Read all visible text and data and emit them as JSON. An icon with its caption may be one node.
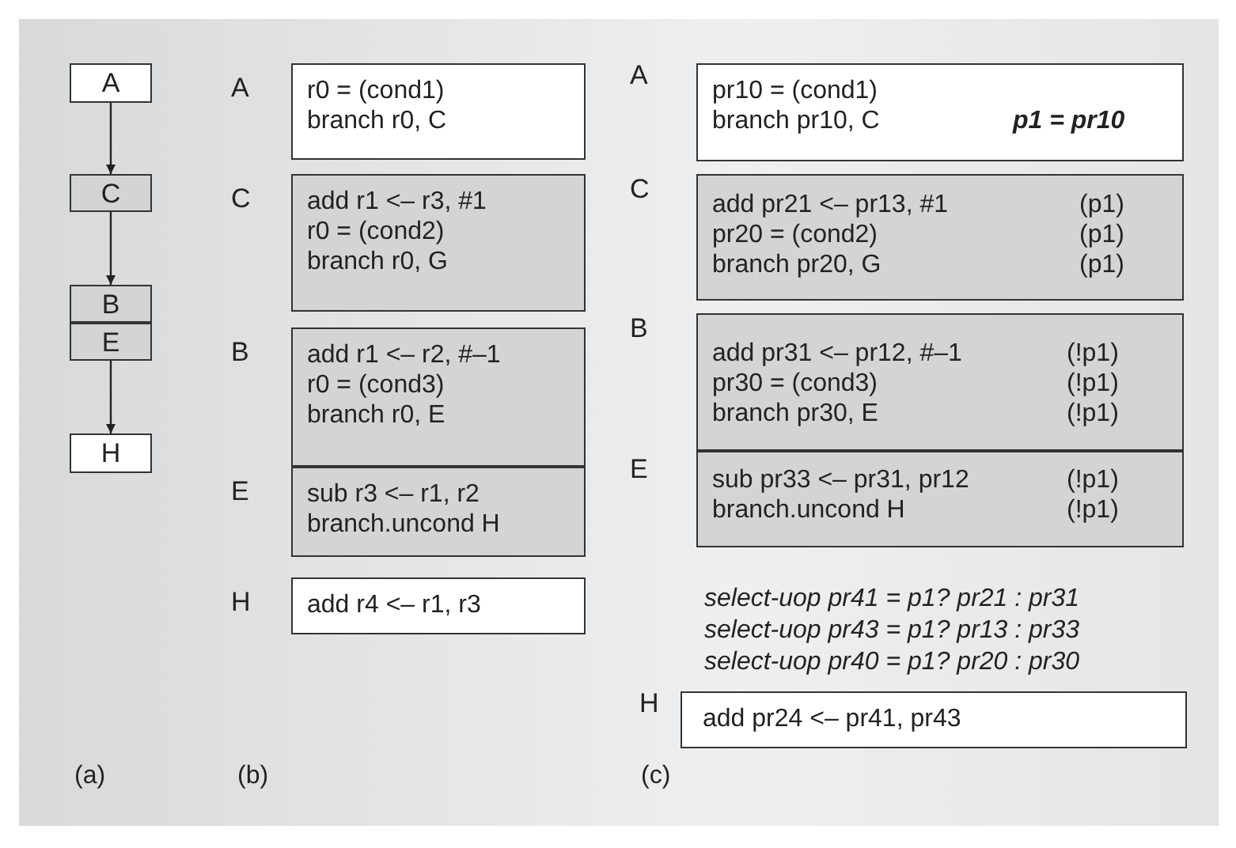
{
  "diagram": {
    "nodes": [
      {
        "text": [
          "A"
        ]
      },
      {
        "text": [
          "C"
        ]
      },
      {
        "text": [
          "B"
        ]
      },
      {
        "text": [
          "E"
        ]
      },
      {
        "text": [
          "H"
        ]
      },
      {
        "text": [
          "A",
          "r0 = (cond1)",
          "branch r0, C"
        ]
      },
      {
        "text": [
          "C",
          "add r1 <– r3, #1",
          "r0 = (cond2)",
          "branch r0, G"
        ]
      },
      {
        "text": [
          "B",
          "add r1 <– r2, #–1",
          "r0 = (cond3)",
          "branch r0, E"
        ]
      },
      {
        "text": [
          "E",
          "sub r3 <– r1, r2",
          "branch.uncond H"
        ]
      },
      {
        "text": [
          "H",
          "add r4 <– r1, r3"
        ]
      },
      {
        "text": [
          "A",
          "pr10 = (cond1)",
          "branch pr10, C",
          "p1 = pr10"
        ]
      },
      {
        "text": [
          "C",
          "add pr21 <– pr13, #1",
          "(p1)",
          "pr20 = (cond2)",
          "(p1)",
          "branch pr20, G",
          "(p1)"
        ]
      },
      {
        "text": [
          "B",
          "add pr31 <– pr12, #–1",
          "(!p1)",
          "pr30 = (cond3)",
          "(!p1)",
          "branch pr30, E",
          "(!p1)"
        ]
      },
      {
        "text": [
          "E",
          "sub pr33 <– pr31, pr12",
          "(!p1)",
          "branch.uncond H",
          "(!p1)"
        ]
      },
      {
        "text": [
          "H",
          "add pr24 <– pr41, pr43"
        ]
      }
    ],
    "edges": [
      {
        "from": 0,
        "to": 1,
        "arrow": "to"
      },
      {
        "from": 1,
        "to": 2,
        "arrow": "to"
      },
      {
        "from": 3,
        "to": 4,
        "arrow": "to"
      }
    ],
    "labels": [
      "select-uop pr41 = p1? pr21 : pr31",
      "select-uop pr43 = p1? pr13 : pr33",
      "select-uop pr40 = p1? pr20 : pr30",
      "(a)",
      "(b)",
      "(c)"
    ]
  }
}
